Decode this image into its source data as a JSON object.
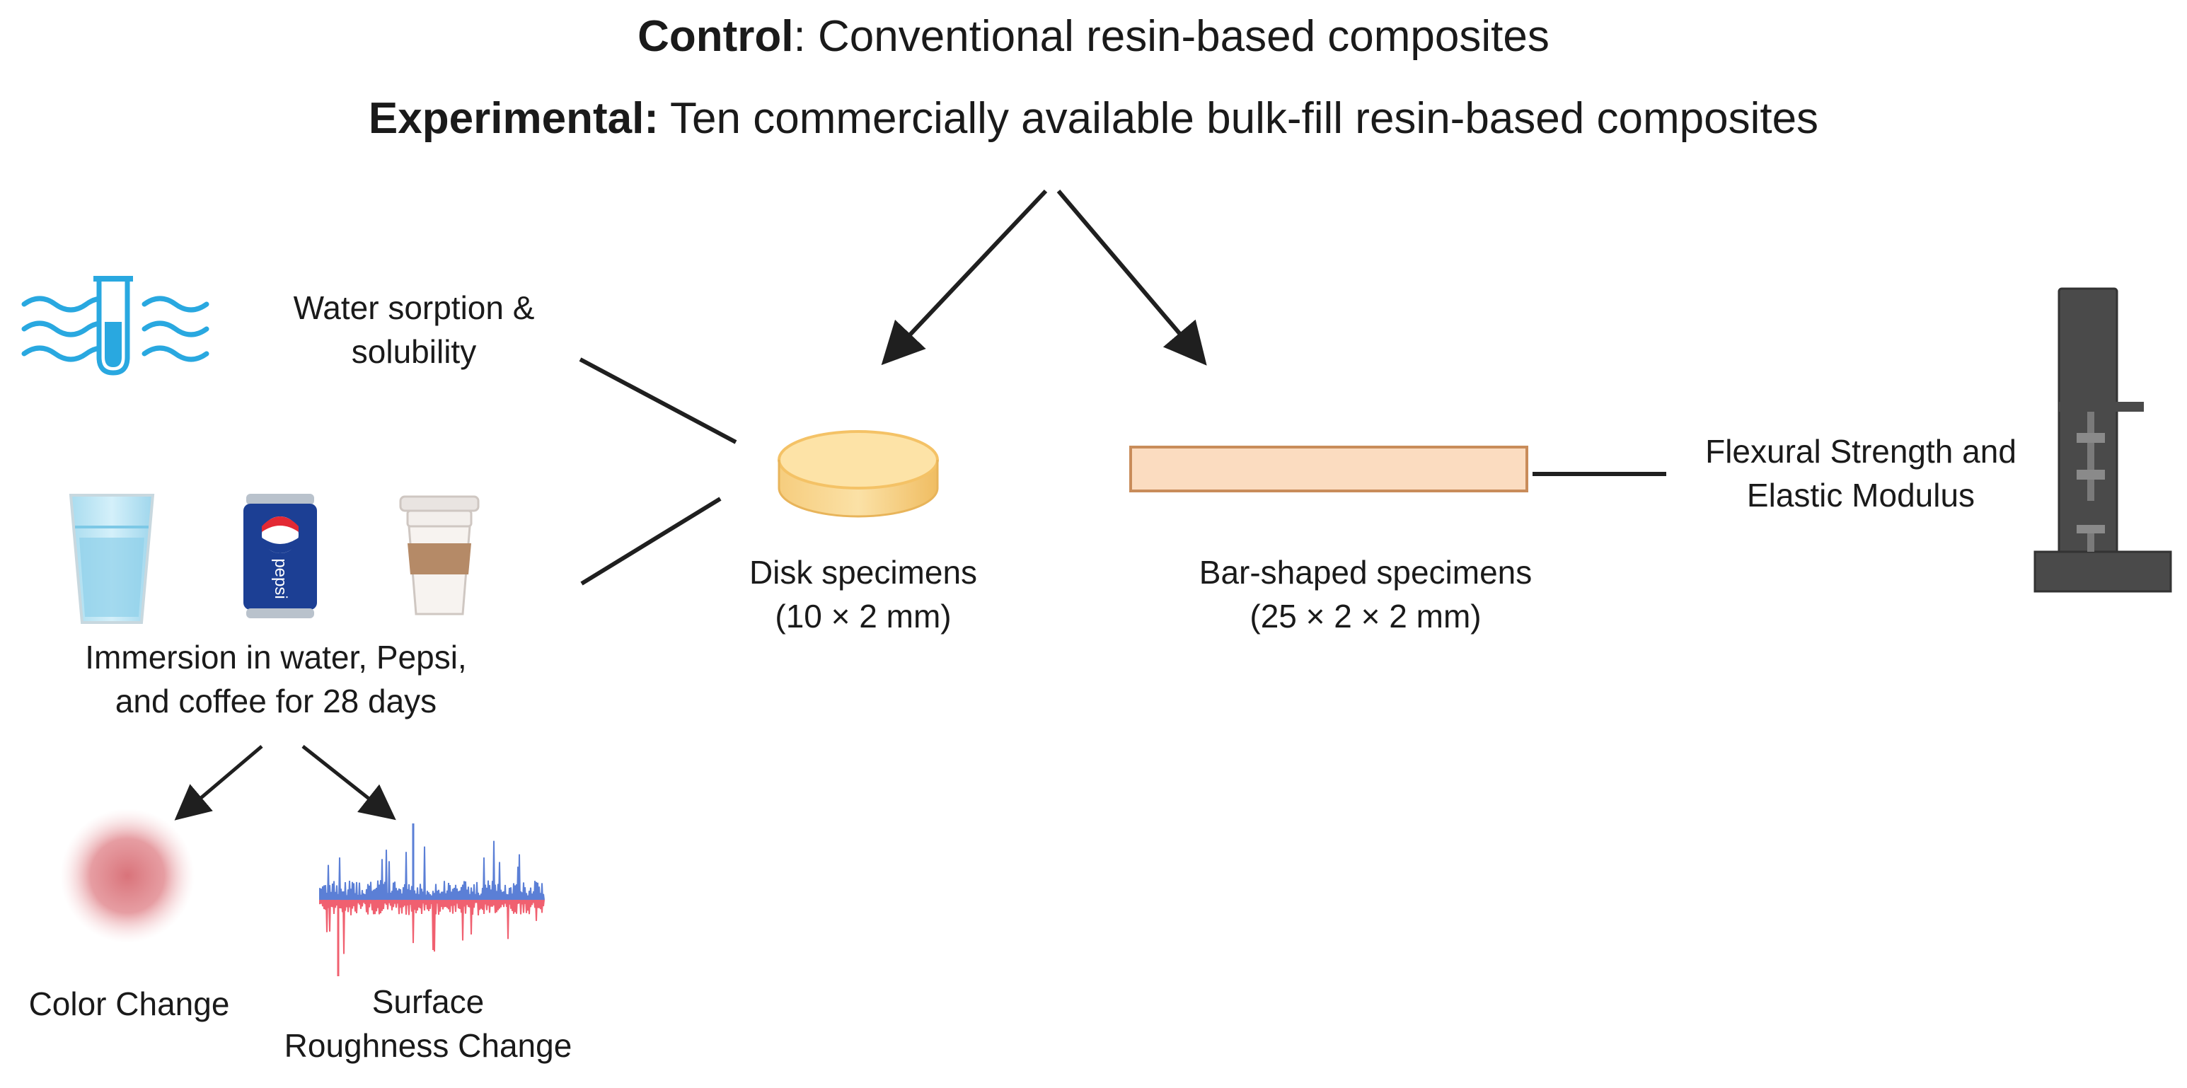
{
  "header": {
    "control_label": "Control",
    "control_text": ": Conventional resin-based composites",
    "experimental_label": "Experimental:",
    "experimental_text": " Ten commercially available bulk-fill resin-based composites"
  },
  "labels": {
    "water_sorption_line1": "Water sorption &",
    "water_sorption_line2": "solubility",
    "immersion_line1": "Immersion in water, Pepsi,",
    "immersion_line2": "and coffee for 28 days",
    "disk_line1": "Disk specimens",
    "disk_line2": "(10 × 2 mm)",
    "bar_line1": "Bar-shaped specimens",
    "bar_line2": "(25 × 2 × 2 mm)",
    "flexural_line1": "Flexural Strength and",
    "flexural_line2": "Elastic Modulus",
    "color_change": "Color Change",
    "roughness_line1": "Surface",
    "roughness_line2": "Roughness Change",
    "can_brand": "pepsi"
  },
  "colors": {
    "water_blue": "#29a8e0",
    "disk_fill": "#fde3a7",
    "disk_edge": "#f4c266",
    "bar_fill": "#fbdcc0",
    "bar_edge": "#c98c5a",
    "machine_gray": "#4a4a4a",
    "color_blob": "#d9737a",
    "profile_blue": "#5b7fd6",
    "profile_red": "#f06070",
    "pepsi_blue": "#1c3f94",
    "coffee_band": "#b58a67"
  }
}
